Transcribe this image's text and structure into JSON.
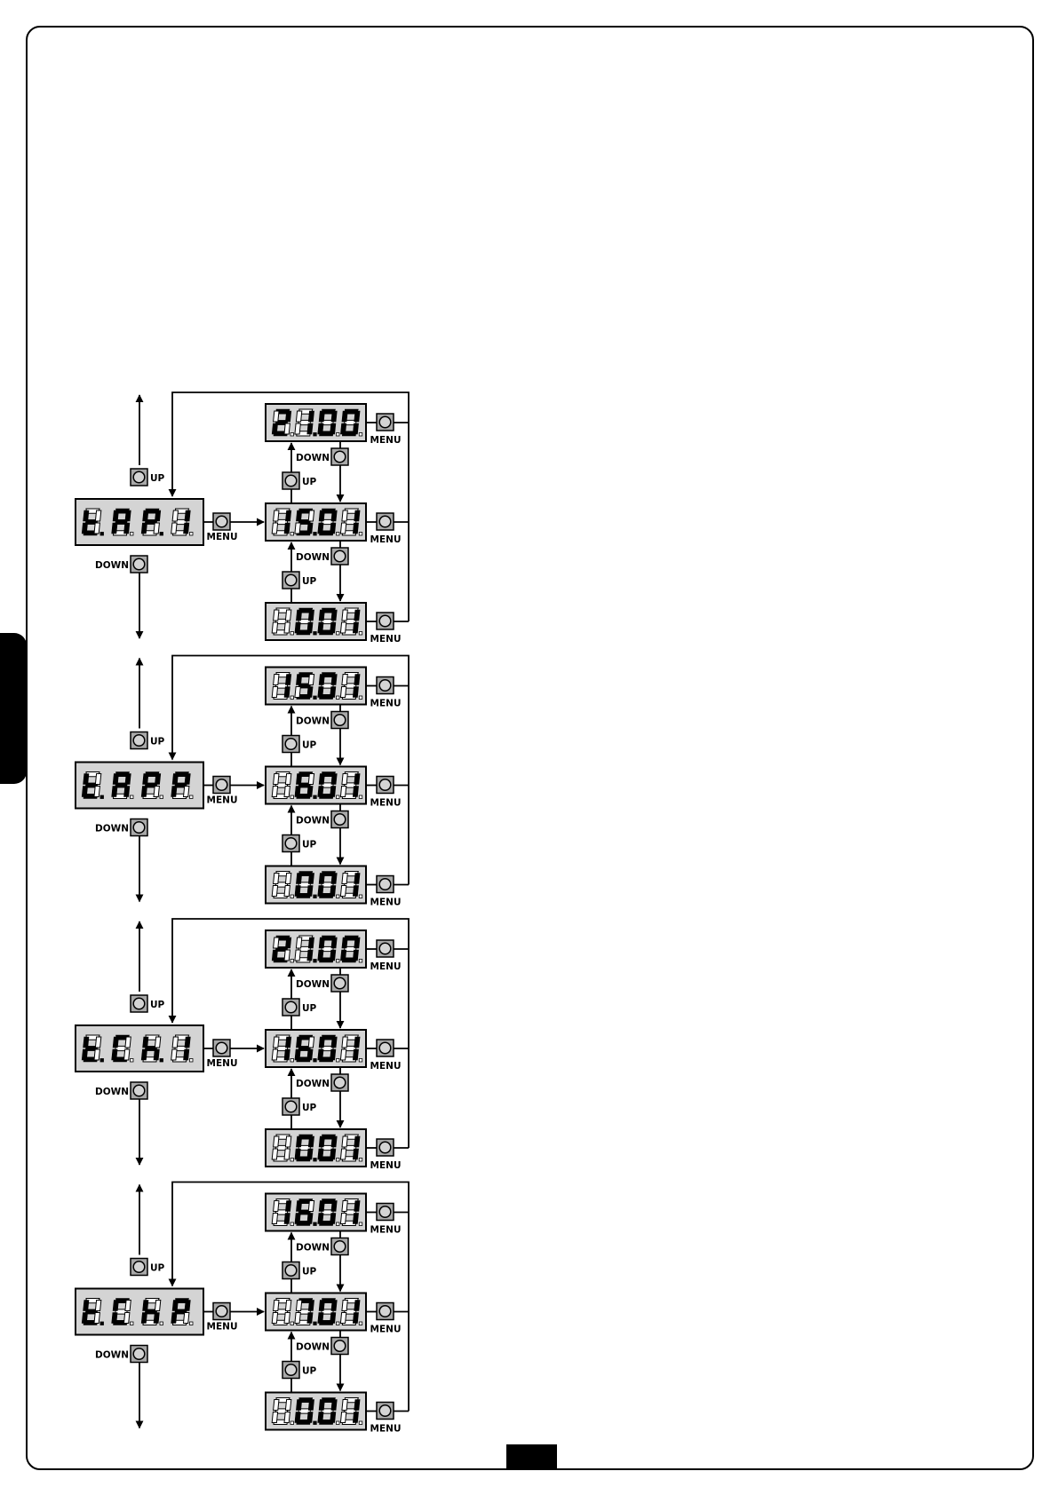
{
  "labels": {
    "up": "UP",
    "down": "DOWN",
    "menu": "MENU"
  },
  "colors": {
    "display_bg": "#d4d4d4",
    "digit_on": "#000000",
    "digit_off": "#ffffff",
    "button_bg": "#a9a9a9"
  },
  "sections": [
    {
      "name": "t.AP.1",
      "main": "t.AP.1",
      "values": [
        "21.00",
        "15.01",
        "0.01"
      ]
    },
    {
      "name": "t.APP",
      "main": "t.APP",
      "values": [
        "15.01",
        "6.01",
        "0.01"
      ]
    },
    {
      "name": "t.Ch.1",
      "main": "t.Ch.1",
      "values": [
        "21.00",
        "16.01",
        "0.01"
      ]
    },
    {
      "name": "t.ChP",
      "main": "t.ChP",
      "values": [
        "16.01",
        "7.01",
        "0.01"
      ]
    }
  ]
}
